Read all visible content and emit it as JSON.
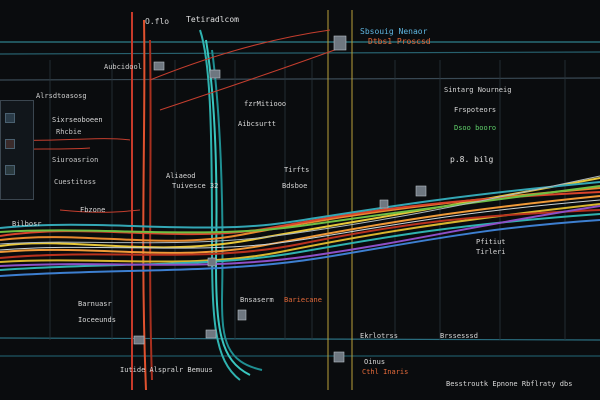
{
  "labels": {
    "top_left": "O.flo",
    "top_center": "Tetiradlcom",
    "top_right_1": "Sbsouig Nenaor",
    "top_right_2": "Dtbs1 Proscsd",
    "left_a": "Aubcidool",
    "left_b": "Alrsdtoasosg",
    "panel_1": "Sixrseoboeen",
    "panel_2": "Rhcbie",
    "panel_3": "Siuroasrion",
    "panel_4": "Cuestitoss",
    "mid_a": "fzrMitiooo",
    "mid_b": "Aibcsurtt",
    "mid_c": "Aliaeod",
    "mid_d": "Tuivesce 32",
    "mid_e": "Tirfts",
    "mid_f": "Bdsboe",
    "mid_g": "Fbzone",
    "mid_h": "Bilbosr",
    "right_a": "Sintarg Nourneig",
    "right_b": "Frspoteors",
    "right_c": "Dsoo booro",
    "right_d": "p.8. bilg",
    "right_e": "Pfitiut",
    "right_f": "Tirleri",
    "low_a": "Barnuasr",
    "low_b": "Ioceeunds",
    "low_c": "Bnsaserm",
    "low_d": "Bariecane",
    "low_e": "Ekrlotrss",
    "low_f": "Brssesssd",
    "bottom_a": "Iutide Alspralr Bemuus",
    "bottom_b": "Oinus",
    "bottom_c": "Cthl Inaris",
    "bottom_d": "Besstroutk Epnone Rbflraty dbs"
  }
}
